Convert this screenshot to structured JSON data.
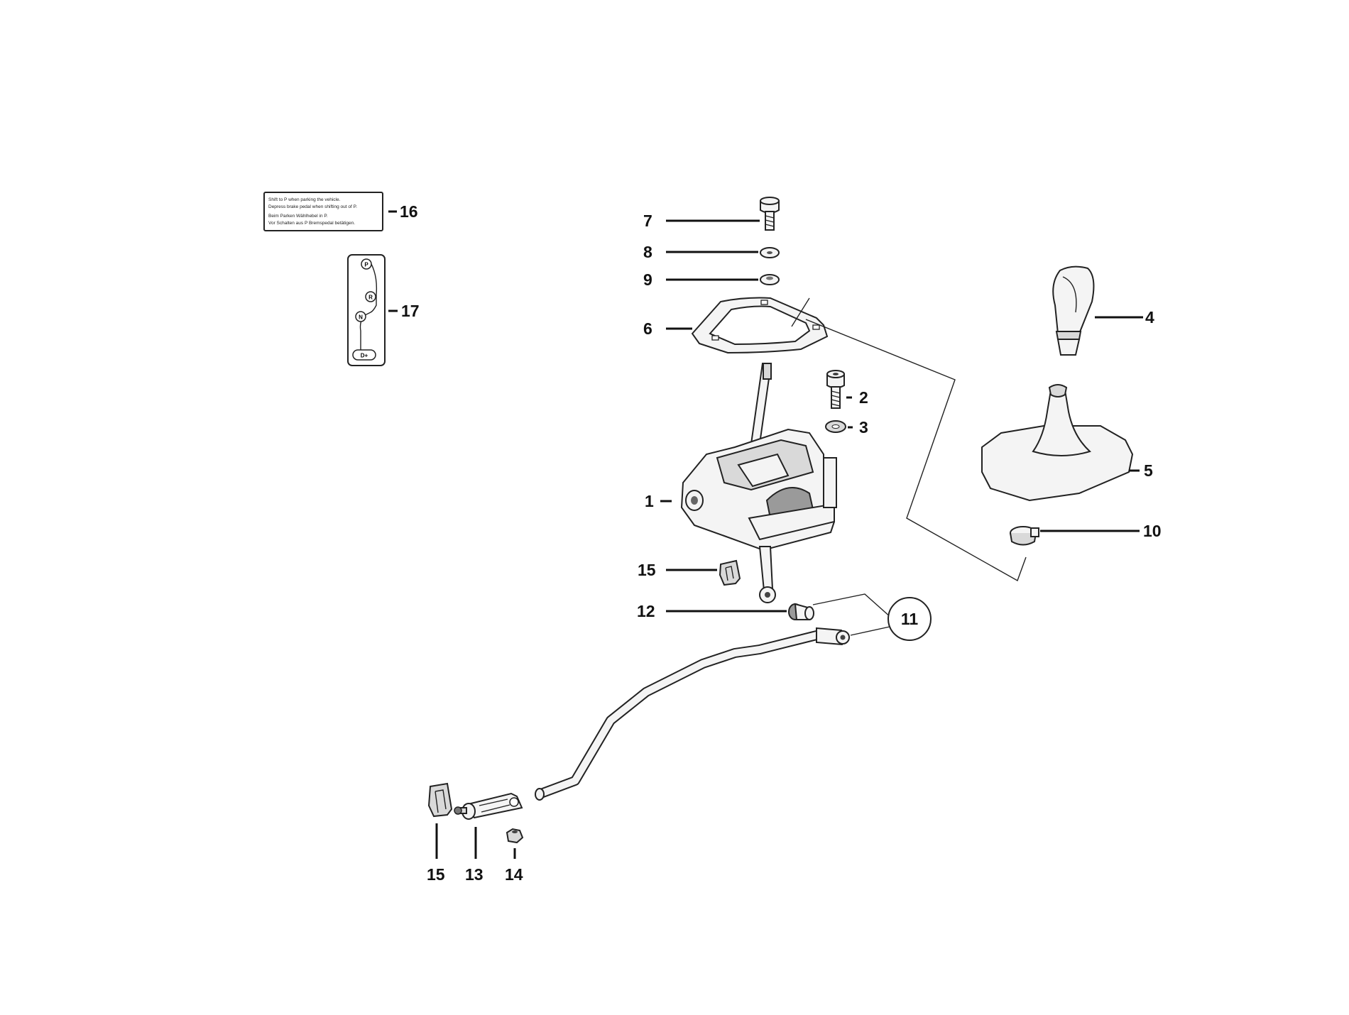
{
  "callouts": {
    "c1": "1",
    "c2": "2",
    "c3": "3",
    "c4": "4",
    "c5": "5",
    "c6": "6",
    "c7": "7",
    "c8": "8",
    "c9": "9",
    "c10": "10",
    "c11": "11",
    "c12": "12",
    "c13": "13",
    "c14": "14",
    "c15a": "15",
    "c15b": "15",
    "c16": "16",
    "c17": "17"
  },
  "label_16": {
    "line1": "Shift to P when parking the vehicle.",
    "line2": "Depress brake pedal when shifting out of P.",
    "line3": "Beim Parken Wählhebel in P.",
    "line4": "Vor Schalten aus P Bremspedal betätigen."
  },
  "gate_17": {
    "p": "P",
    "r": "R",
    "n": "N",
    "d": "D+"
  }
}
